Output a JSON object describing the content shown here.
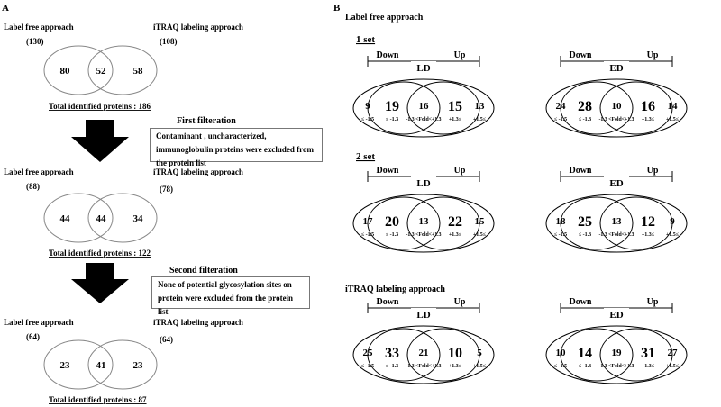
{
  "panel_a": {
    "label": "A",
    "stages": [
      {
        "left_name": "Label free approach",
        "left_count": "(130)",
        "right_name": "iTRAQ labeling approach",
        "right_count": "(108)",
        "left_only": "80",
        "overlap": "52",
        "right_only": "58",
        "total": "Total identified proteins : 186"
      },
      {
        "left_name": "Label free approach",
        "left_count": "(88)",
        "right_name": "iTRAQ labeling approach",
        "right_count": "(78)",
        "left_only": "44",
        "overlap": "44",
        "right_only": "34",
        "total": "Total identified proteins : 122"
      },
      {
        "left_name": "Label free approach",
        "left_count": "(64)",
        "right_name": "iTRAQ labeling approach",
        "right_count": "(64)",
        "left_only": "23",
        "overlap": "41",
        "right_only": "23",
        "total": "Total identified proteins : 87"
      }
    ],
    "filters": [
      {
        "title": "First filteration",
        "text": "Contaminant , uncharacterized, immunoglobulin proteins were excluded from the protein list"
      },
      {
        "title": "Second filteration",
        "text": "None of potential  glycosylation sites  on protein were excluded from the protein list"
      }
    ]
  },
  "panel_b": {
    "label": "B",
    "title": "Label free approach",
    "sections": [
      {
        "title": "1 set",
        "underline": true
      },
      {
        "title": "2 set",
        "underline": true
      },
      {
        "title": "iTRAQ labeling approach",
        "underline": false
      }
    ],
    "common": {
      "down": "Down",
      "up": "Up",
      "zone_labels": [
        "≤ -1.5",
        "≤ -1.3",
        "-1.3 <Fold<+1.3",
        "+1.3≤",
        "+1.5≤"
      ]
    },
    "diagrams": [
      {
        "group": "LD",
        "values": [
          "9",
          "19",
          "16",
          "15",
          "13"
        ]
      },
      {
        "group": "ED",
        "values": [
          "24",
          "28",
          "10",
          "16",
          "14"
        ]
      },
      {
        "group": "LD",
        "values": [
          "17",
          "20",
          "13",
          "22",
          "15"
        ]
      },
      {
        "group": "ED",
        "values": [
          "18",
          "25",
          "13",
          "12",
          "9"
        ]
      },
      {
        "group": "LD",
        "values": [
          "25",
          "33",
          "21",
          "10",
          "5"
        ]
      },
      {
        "group": "ED",
        "values": [
          "10",
          "14",
          "19",
          "31",
          "27"
        ]
      }
    ]
  }
}
